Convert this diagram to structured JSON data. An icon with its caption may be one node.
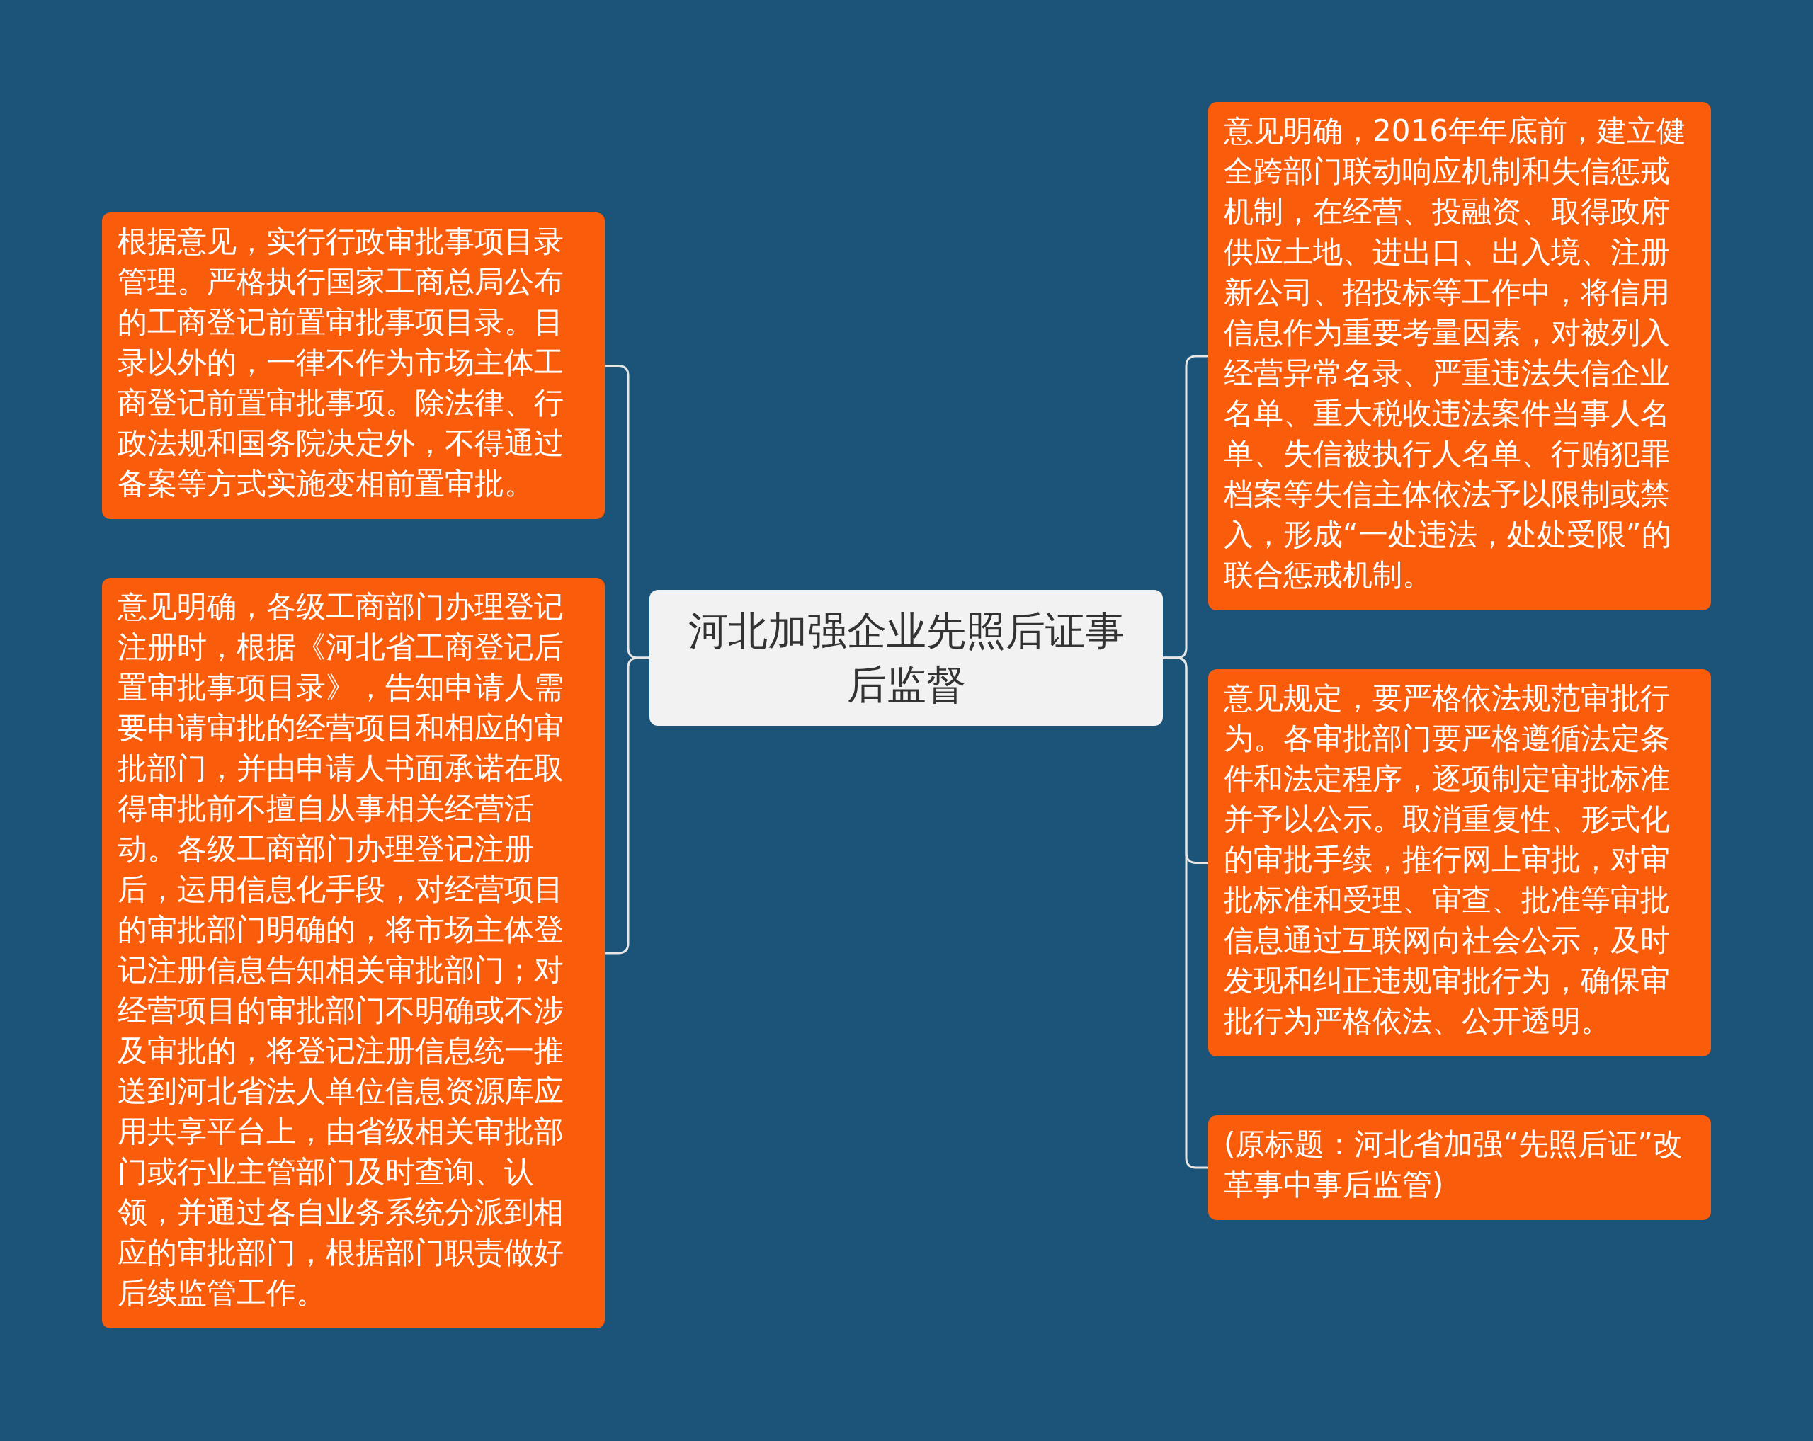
{
  "diagram": {
    "nodes": [
      {
        "text": [
          "河北加强企业先照后证事后监督"
        ]
      },
      {
        "text": [
          "根据意见，实行行政审批事项目录管理。严格执行国家工商总局公布的工商登记前置审批事项目录。目录以外的，一律不作为市场主体工商登记前置审批事项。除法律、行政法规和国务院决定外，不得通过备案等方式实施变相前置审批。"
        ]
      },
      {
        "text": [
          "意见明确，各级工商部门办理登记注册时，根据《河北省工商登记后置审批事项目录》，告知申请人需要申请审批的经营项目和相应的审批部门，并由申请人书面承诺在取得审批前不擅自从事相关经营活动。各级工商部门办理登记注册后，运用信息化手段，对经营项目的审批部门明确的，将市场主体登记注册信息告知相关审批部门；对经营项目的审批部门不明确或不涉及审批的，将登记注册信息统一推送到河北省法人单位信息资源库应用共享平台上，由省级相关审批部门或行业主管部门及时查询、认领，并通过各自业务系统分派到相应的审批部门，根据部门职责做好后续监管工作。"
        ]
      },
      {
        "text": [
          "意见明确，2016年年底前，建立健全跨部门联动响应机制和失信惩戒机制，在经营、投融资、取得政府供应土地、进出口、出入境、注册新公司、招投标等工作中，将信用信息作为重要考量因素，对被列入经营异常名录、严重违法失信企业名单、重大税收违法案件当事人名单、失信被执行人名单、行贿犯罪档案等失信主体依法予以限制或禁入，形成“一处违法，处处受限”的联合惩戒机制。"
        ]
      },
      {
        "text": [
          "意见规定，要严格依法规范审批行为。各审批部门要严格遵循法定条件和法定程序，逐项制定审批标准并予以公示。取消重复性、形式化的审批手续，推行网上审批，对审批标准和受理、审查、批准等审批信息通过互联网向社会公示，及时发现和纠正违规审批行为，确保审批行为严格依法、公开透明。"
        ]
      },
      {
        "text": [
          "(原标题：河北省加强“先照后证”改革事中事后监管)"
        ]
      }
    ],
    "edges": [
      {
        "from": 0,
        "to": 1,
        "arrow": "none"
      },
      {
        "from": 0,
        "to": 2,
        "arrow": "none"
      },
      {
        "from": 0,
        "to": 3,
        "arrow": "none"
      },
      {
        "from": 0,
        "to": 4,
        "arrow": "none"
      },
      {
        "from": 0,
        "to": 5,
        "arrow": "none"
      }
    ]
  }
}
